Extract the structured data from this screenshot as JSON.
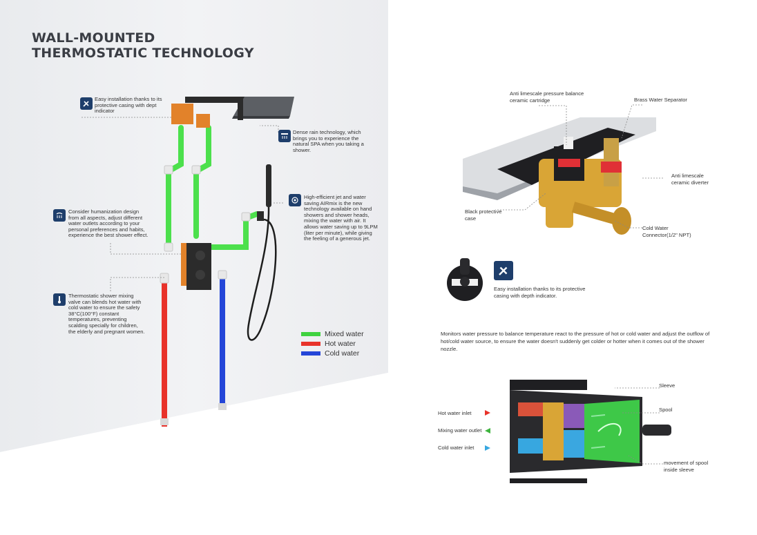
{
  "title": {
    "line1": "WALL-MOUNTED",
    "line2": "THERMOSTATIC TECHNOLOGY"
  },
  "callouts": {
    "installation": "Easy installation thanks to its protective casing with dept indicator",
    "rain": "Dense rain technology, which brings you to experience the natural SPA when you taking a shower.",
    "airmix": "High-efficient jet and water saving AIRmix is the new technology available on hand showers and shower heads, mixing the water with air. It allows water saving up to 9LPM (liter per minute), while giving the feeling of a generous jet.",
    "humanization": "Consider humanization design from all aspects, adjust different water outlets according to your personal preferences and habits, experience the best shower effect.",
    "thermostatic": "Thermostatic shower mixing valve can blends hot water with cold water to ensure the safety 38°C(100°F) constant temperatures, preventing scalding specially for children, the elderly and pregnant women."
  },
  "legend": [
    {
      "label": "Mixed water",
      "color": "#3fd23f"
    },
    {
      "label": "Hot water",
      "color": "#e8322a"
    },
    {
      "label": "Cold water",
      "color": "#2446d8"
    }
  ],
  "valve_labels": {
    "cartridge": "Anti limescale pressure balance ceramic cartridge",
    "separator": "Brass Water Separator",
    "diverter": "Anti limescale ceramic diverter",
    "case": "Black protective case",
    "connector": "Cold Water Connector(1/2\" NPT)"
  },
  "casing_note": "Easy installation thanks to its protective casing with depth indicator.",
  "description": "Monitors water pressure to balance temperature react to the pressure of hot or cold water and adjust the outflow of hot/cold water source, to ensure the water doesn't suddenly get colder or hotter when it comes out of the shower nozzle.",
  "section_labels": {
    "sleeve": "Sleeve",
    "spool": "Spool",
    "hot_inlet": "Hot water inlet",
    "mixing_outlet": "Mixing water outlet",
    "cold_inlet": "Cold water inlet",
    "movement": "movement of spool inside sleeve"
  },
  "colors": {
    "mixed": "#3fd23f",
    "hot": "#e8322a",
    "cold": "#2446d8",
    "badge": "#1e3e6b",
    "brass": "#d9a536"
  }
}
